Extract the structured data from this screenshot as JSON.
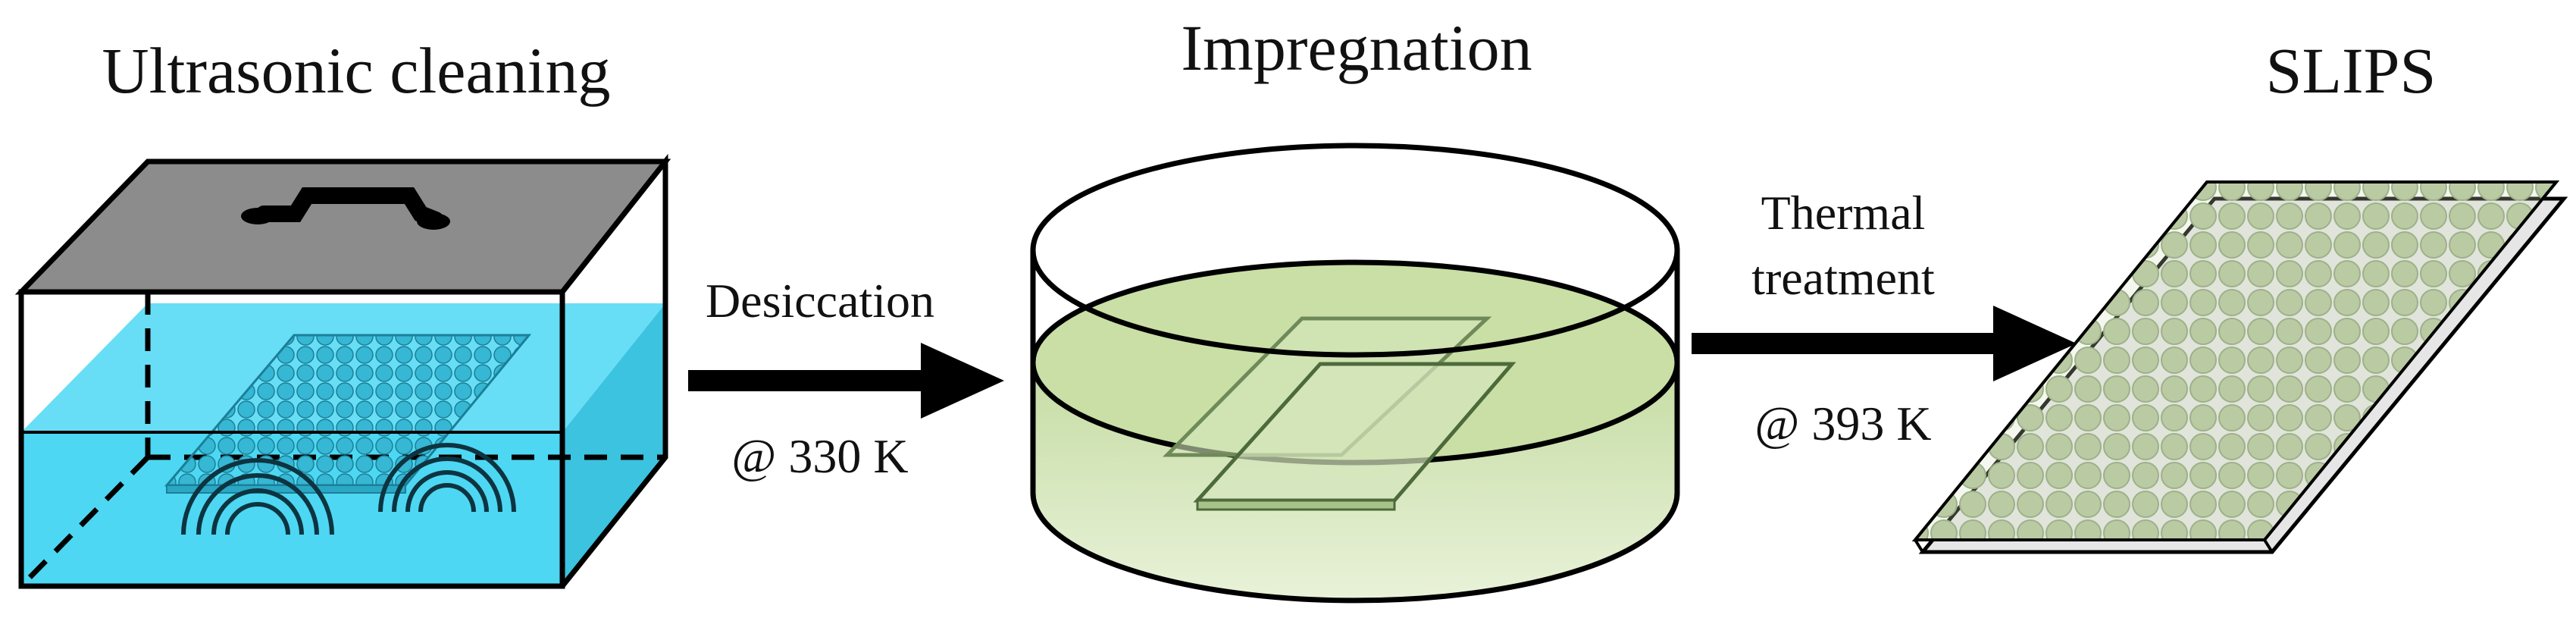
{
  "stages": [
    {
      "title": "Ultrasonic cleaning"
    },
    {
      "title": "Impregnation"
    },
    {
      "title": "SLIPS"
    }
  ],
  "transitions": [
    {
      "lines": [
        "Desiccation"
      ],
      "condition": "@ 330 K"
    },
    {
      "lines": [
        "Thermal",
        "treatment"
      ],
      "condition": "@ 393 K"
    }
  ],
  "colors": {
    "water": "#4dd7f2",
    "lid": "#8c8c8c",
    "lubricant": "#cfe3b0",
    "slips_surface": "#a9bb95",
    "arrow": "#000000"
  }
}
